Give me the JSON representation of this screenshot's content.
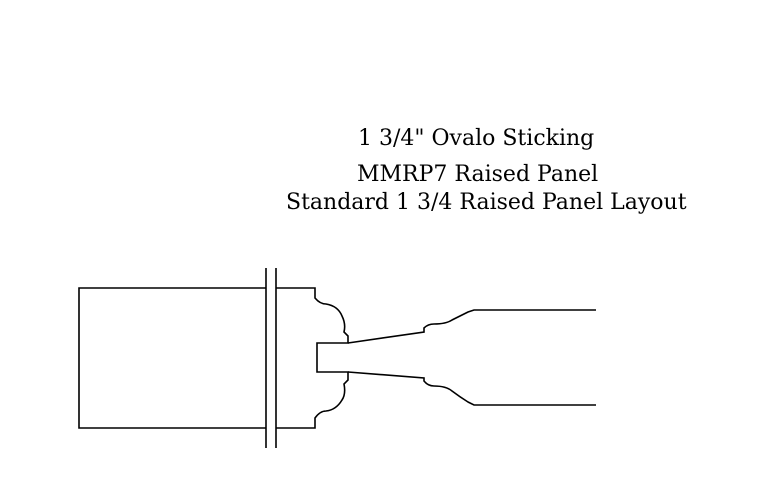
{
  "title": {
    "line1": "1 3/4\" Ovalo Sticking",
    "line2": "MMRP7 Raised Panel",
    "line3": "Standard 1 3/4 Raised Panel Layout"
  },
  "colors": {
    "background": "#ffffff",
    "stroke": "#000000"
  }
}
